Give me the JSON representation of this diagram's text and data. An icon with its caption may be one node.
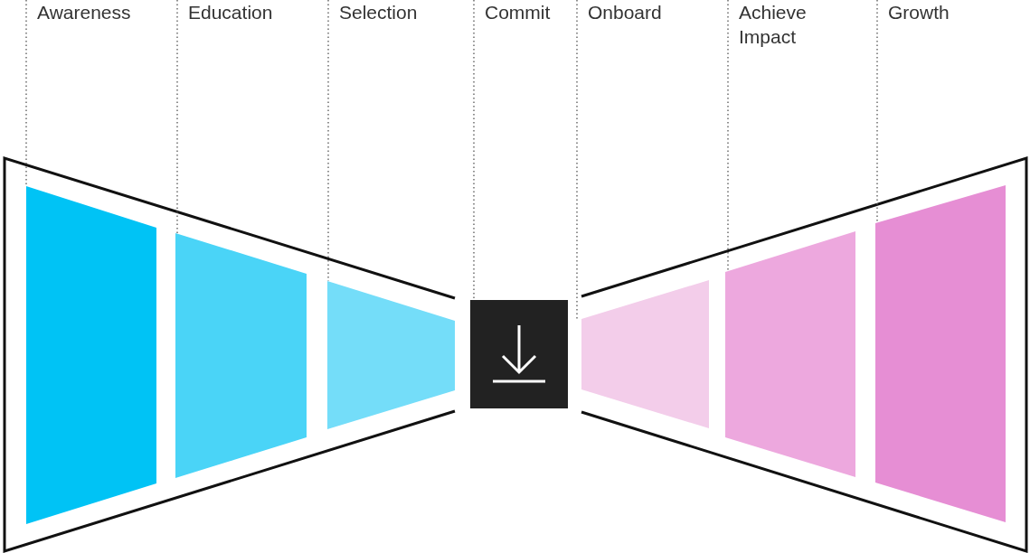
{
  "diagram": {
    "nodes": [
      {
        "text": [
          "Awareness"
        ]
      },
      {
        "text": [
          "Education"
        ]
      },
      {
        "text": [
          "Selection"
        ]
      },
      {
        "text": [
          "Commit"
        ]
      },
      {
        "text": [
          "Onboard"
        ]
      },
      {
        "text": [
          "Achieve Impact"
        ]
      },
      {
        "text": [
          "Growth"
        ]
      },
      {
        "text": [],
        "shape": "trapezoid"
      },
      {
        "text": [],
        "shape": "trapezoid"
      },
      {
        "text": [],
        "shape": "trapezoid"
      },
      {
        "text": [],
        "shape": "box"
      },
      {
        "text": [],
        "shape": "trapezoid"
      },
      {
        "text": [],
        "shape": "trapezoid"
      },
      {
        "text": [],
        "shape": "trapezoid"
      }
    ],
    "edges": [
      {
        "from": 0,
        "to": 7,
        "arrow": "none"
      },
      {
        "from": 1,
        "to": 8,
        "arrow": "none"
      },
      {
        "from": 2,
        "to": 9,
        "arrow": "none"
      },
      {
        "from": 3,
        "to": 10,
        "arrow": "none"
      },
      {
        "from": 4,
        "to": 11,
        "arrow": "none"
      },
      {
        "from": 5,
        "to": 12,
        "arrow": "none"
      },
      {
        "from": 6,
        "to": 13,
        "arrow": "none"
      }
    ]
  }
}
